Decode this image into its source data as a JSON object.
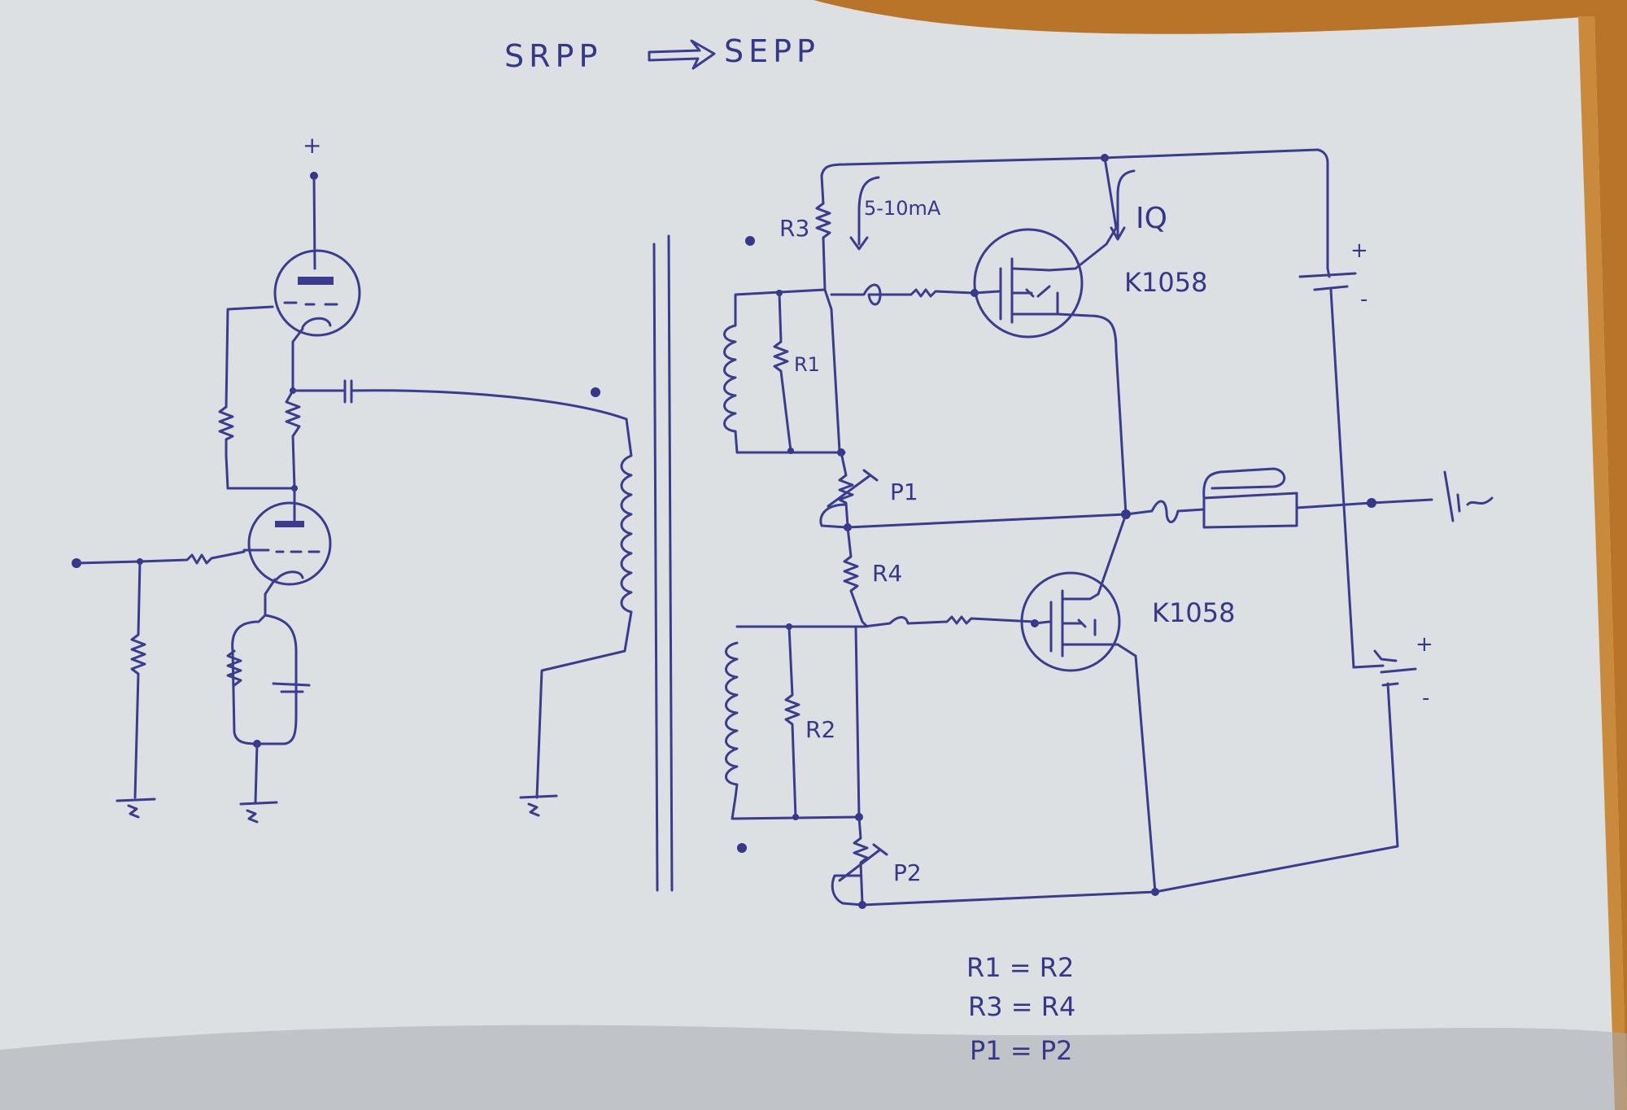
{
  "title": {
    "left": "SRPP",
    "right": "SEPP",
    "arrow": "outline-arrow-right"
  },
  "colors": {
    "paper": "#dde0e3",
    "ink": "#3a3d8f",
    "table": "#b8752a"
  },
  "left_stage": {
    "supply_label": "+",
    "tubes": [
      "triode-upper",
      "triode-lower"
    ]
  },
  "right_stage": {
    "labels": {
      "r1": "R1",
      "r2": "R2",
      "r3": "R3",
      "r4": "R4",
      "p1": "P1",
      "p2": "P2",
      "bias_current": "5-10mA",
      "quiescent_current": "IQ",
      "mosfet_upper": "K1058",
      "mosfet_lower": "K1058",
      "battery_plus": "+",
      "battery_minus": "-"
    }
  },
  "equations": [
    {
      "lhs": "R1",
      "rhs": "R2"
    },
    {
      "lhs": "R3",
      "rhs": "R4"
    },
    {
      "lhs": "P1",
      "rhs": "P2"
    }
  ]
}
